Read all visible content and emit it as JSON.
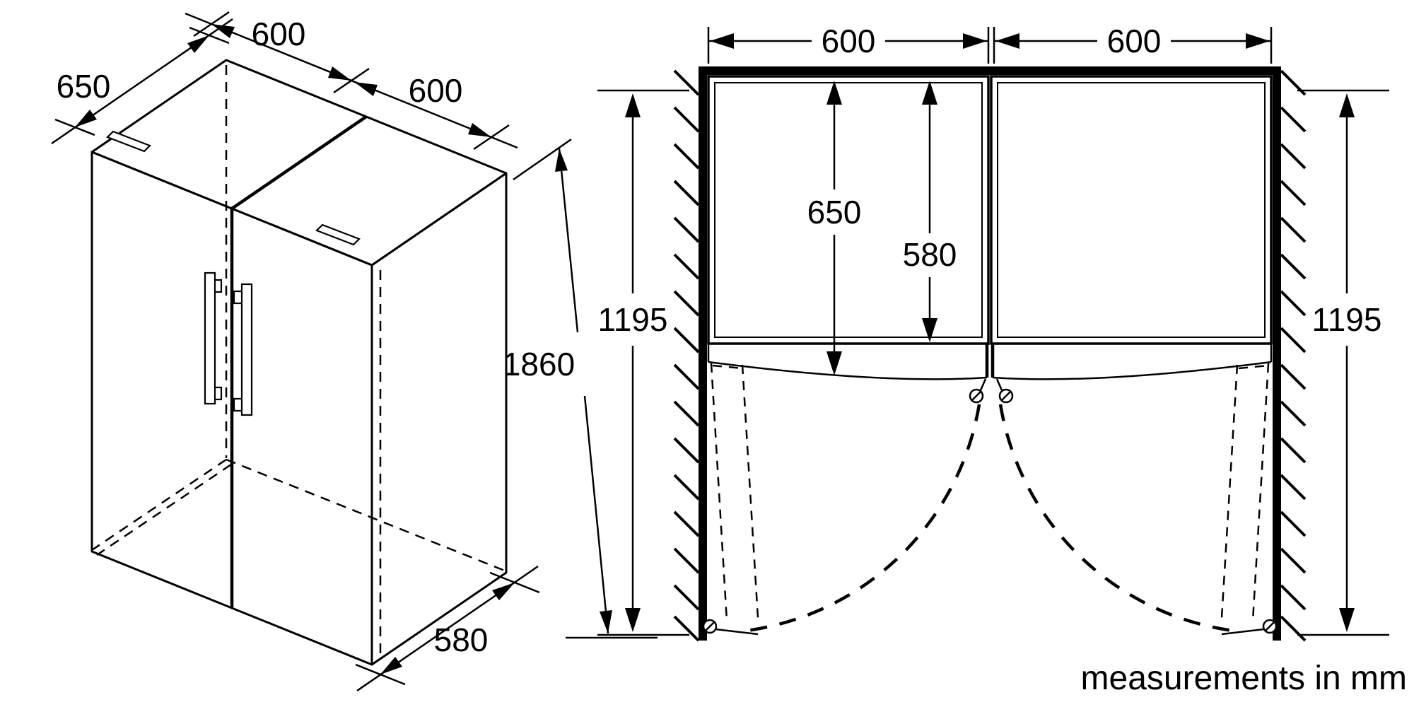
{
  "left_view": {
    "dims": {
      "depth_top": "650",
      "width_top_left": "600",
      "width_top_right": "600",
      "height": "1860",
      "depth_bottom": "580"
    }
  },
  "right_view": {
    "dims": {
      "width_left": "600",
      "width_right": "600",
      "depth_with_door": "650",
      "depth_body": "580",
      "side_clearance_left": "1195",
      "side_clearance_right": "1195"
    }
  },
  "footer": {
    "units_note": "measurements in mm"
  }
}
